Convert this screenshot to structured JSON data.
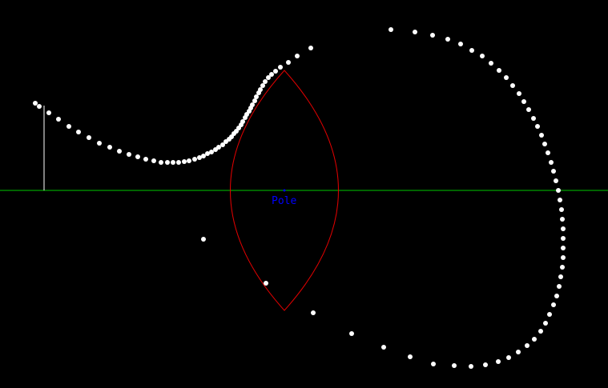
{
  "scene": {
    "pole_label": "Pole",
    "colors": {
      "background": "#000000",
      "axis": "#00c800",
      "lens": "#e00000",
      "pole": "#0000ff",
      "points": "#ffffff",
      "object": "#ffffff"
    },
    "elements": [
      "principal-axis",
      "lens",
      "pole-marker",
      "object-line",
      "object-path-dots",
      "image-path-dots"
    ]
  }
}
